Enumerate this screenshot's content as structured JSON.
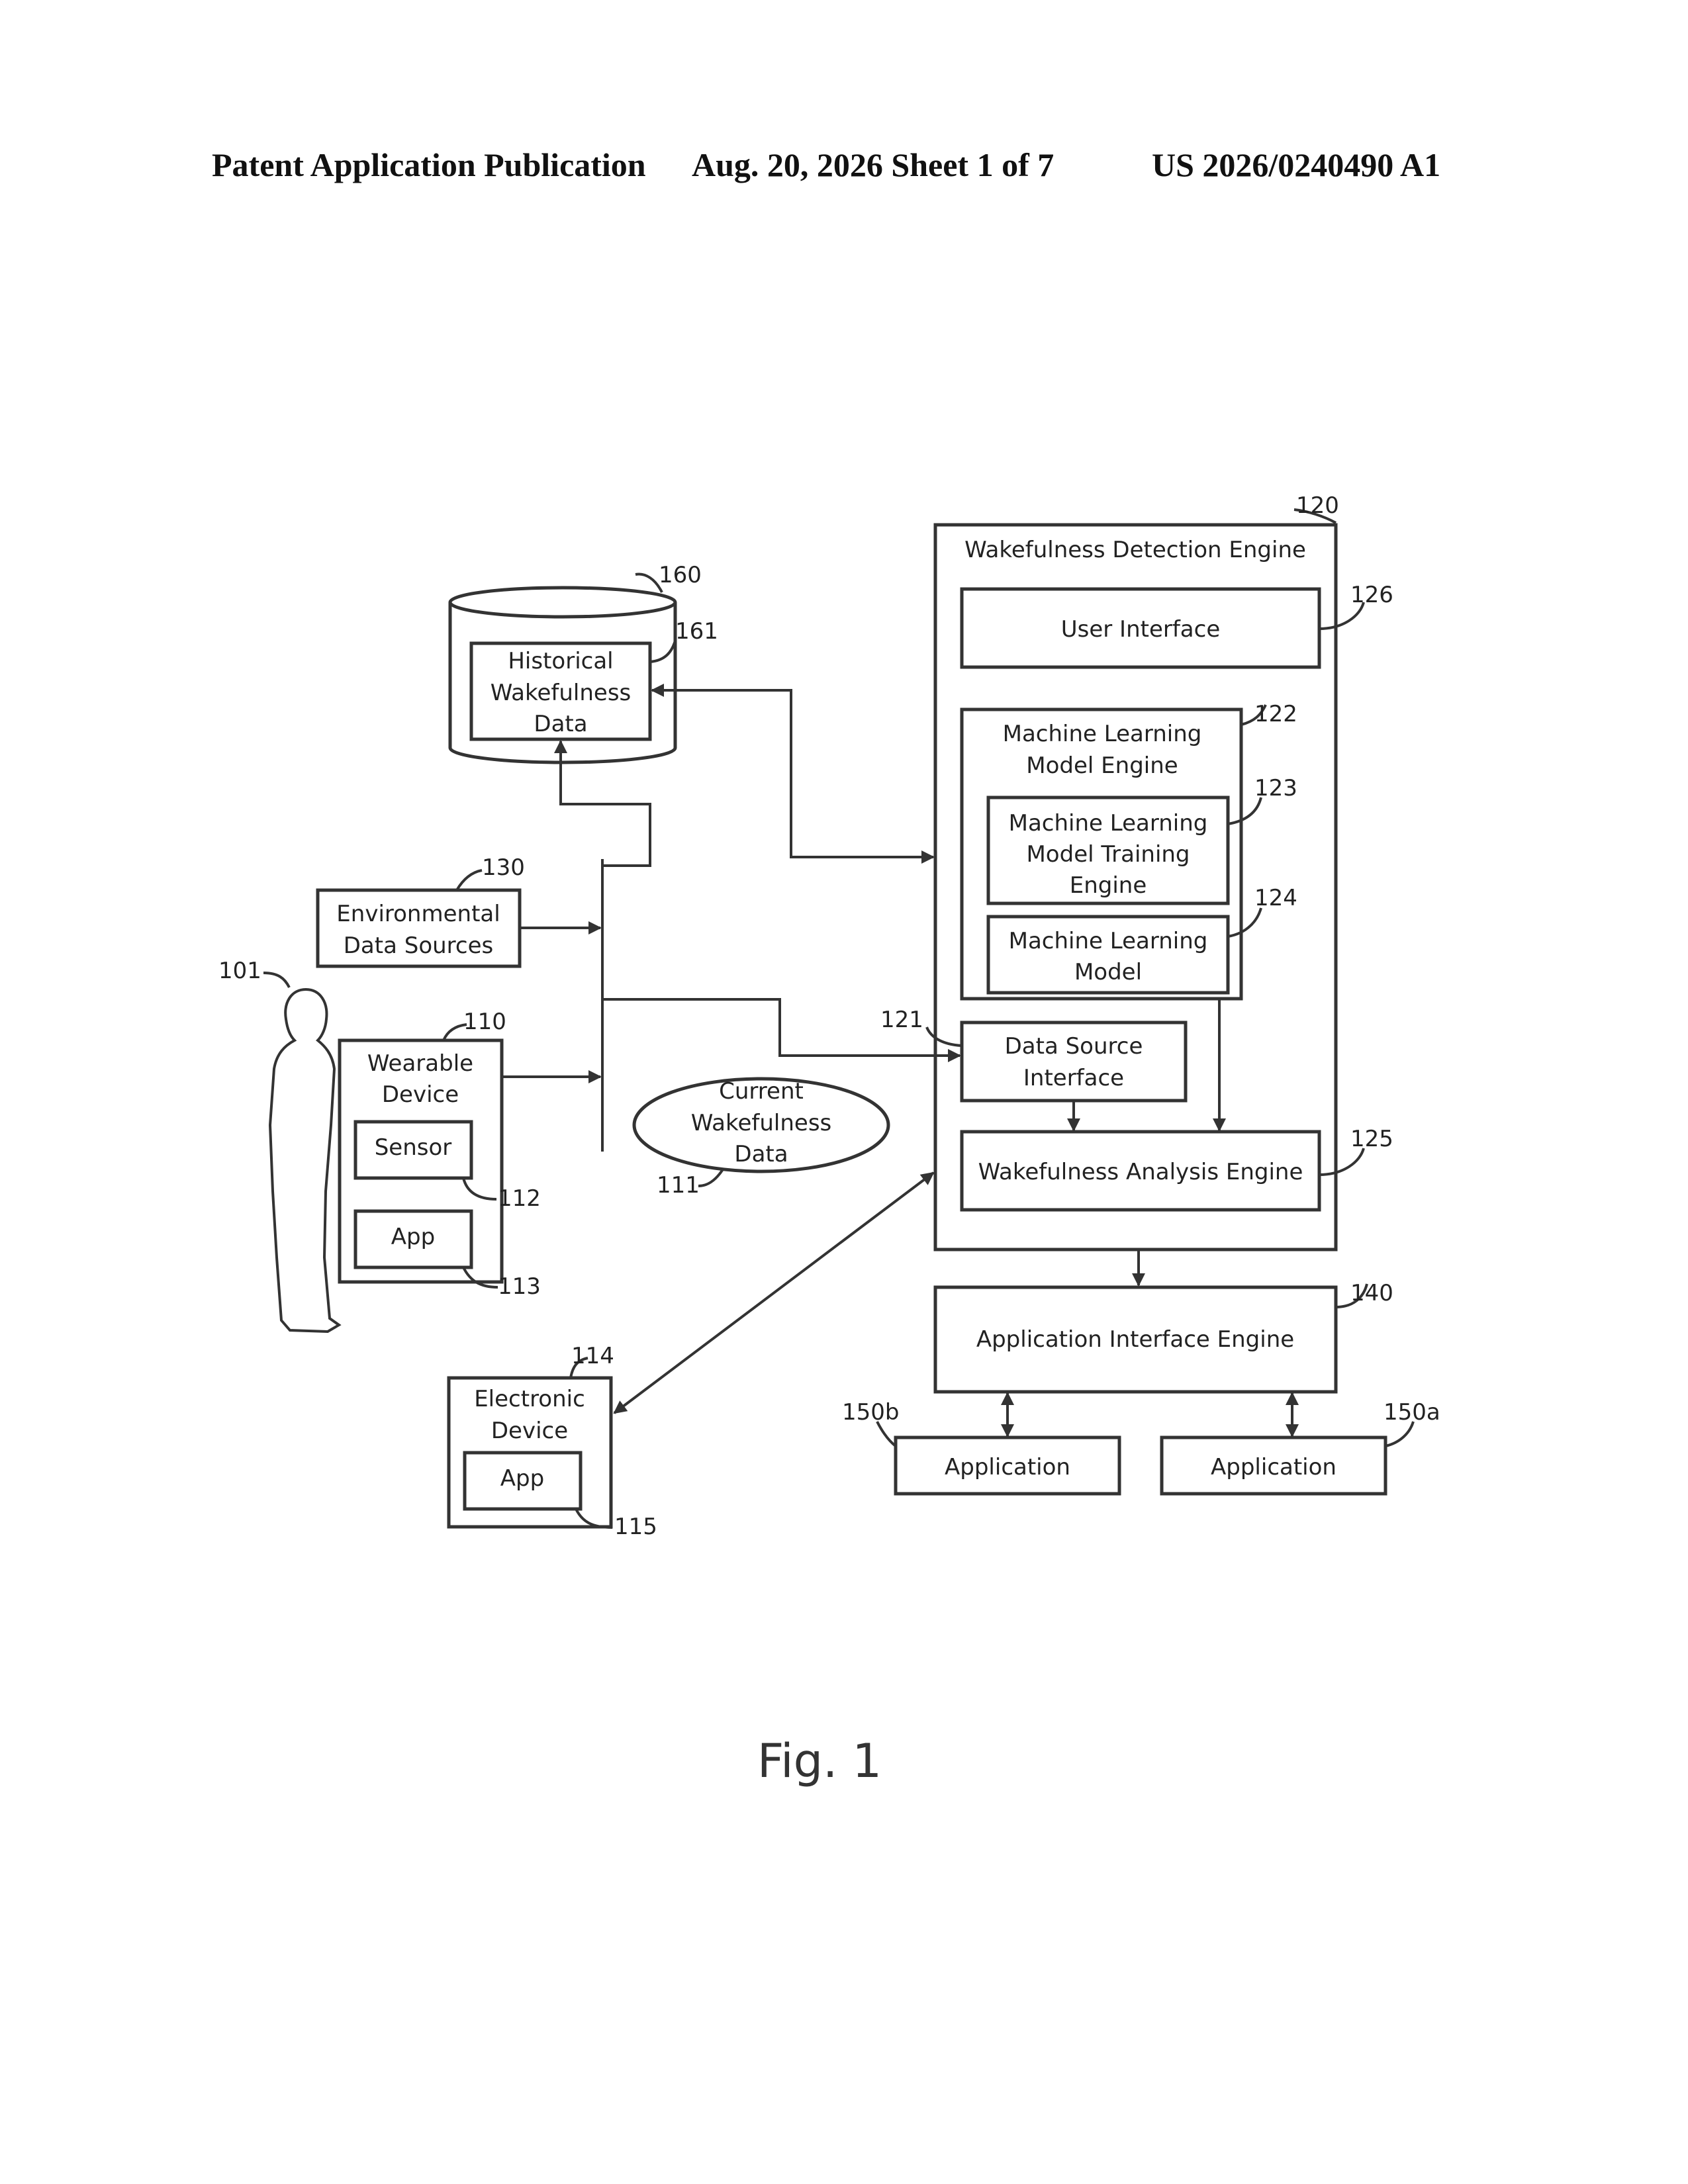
{
  "header": {
    "publication": "Patent Application Publication",
    "date_sheet": "Aug. 20, 2026  Sheet 1 of 7",
    "pub_number": "US 2026/0240490 A1"
  },
  "diagram": {
    "wakefulness_detection_engine": {
      "label": "Wakefulness Detection Engine",
      "ref": "120"
    },
    "user_interface": {
      "label": "User Interface",
      "ref": "126"
    },
    "ml_model_engine": {
      "line1": "Machine Learning",
      "line2": "Model Engine",
      "ref": "122"
    },
    "ml_training_engine": {
      "line1": "Machine Learning",
      "line2": "Model Training",
      "line3": "Engine",
      "ref": "123"
    },
    "ml_model": {
      "line1": "Machine Learning",
      "line2": "Model",
      "ref": "124"
    },
    "data_source_interface": {
      "line1": "Data Source",
      "line2": "Interface",
      "ref": "121"
    },
    "wakefulness_analysis_engine": {
      "label": "Wakefulness Analysis Engine",
      "ref": "125"
    },
    "application_interface_engine": {
      "label": "Application Interface Engine",
      "ref": "140"
    },
    "application_b": {
      "label": "Application",
      "ref": "150b"
    },
    "application_a": {
      "label": "Application",
      "ref": "150a"
    },
    "database": {
      "ref": "160"
    },
    "historical_data": {
      "line1": "Historical",
      "line2": "Wakefulness",
      "line3": "Data",
      "ref": "161"
    },
    "environmental_sources": {
      "line1": "Environmental",
      "line2": "Data Sources",
      "ref": "130"
    },
    "user": {
      "ref": "101"
    },
    "wearable_device": {
      "line1": "Wearable",
      "line2": "Device",
      "ref": "110"
    },
    "sensor": {
      "label": "Sensor",
      "ref": "112"
    },
    "wearable_app": {
      "label": "App",
      "ref": "113"
    },
    "current_data": {
      "line1": "Current",
      "line2": "Wakefulness",
      "line3": "Data",
      "ref": "111"
    },
    "electronic_device": {
      "line1": "Electronic",
      "line2": "Device",
      "ref": "114"
    },
    "electronic_app": {
      "label": "App",
      "ref": "115"
    }
  },
  "figure_caption": "Fig. 1"
}
